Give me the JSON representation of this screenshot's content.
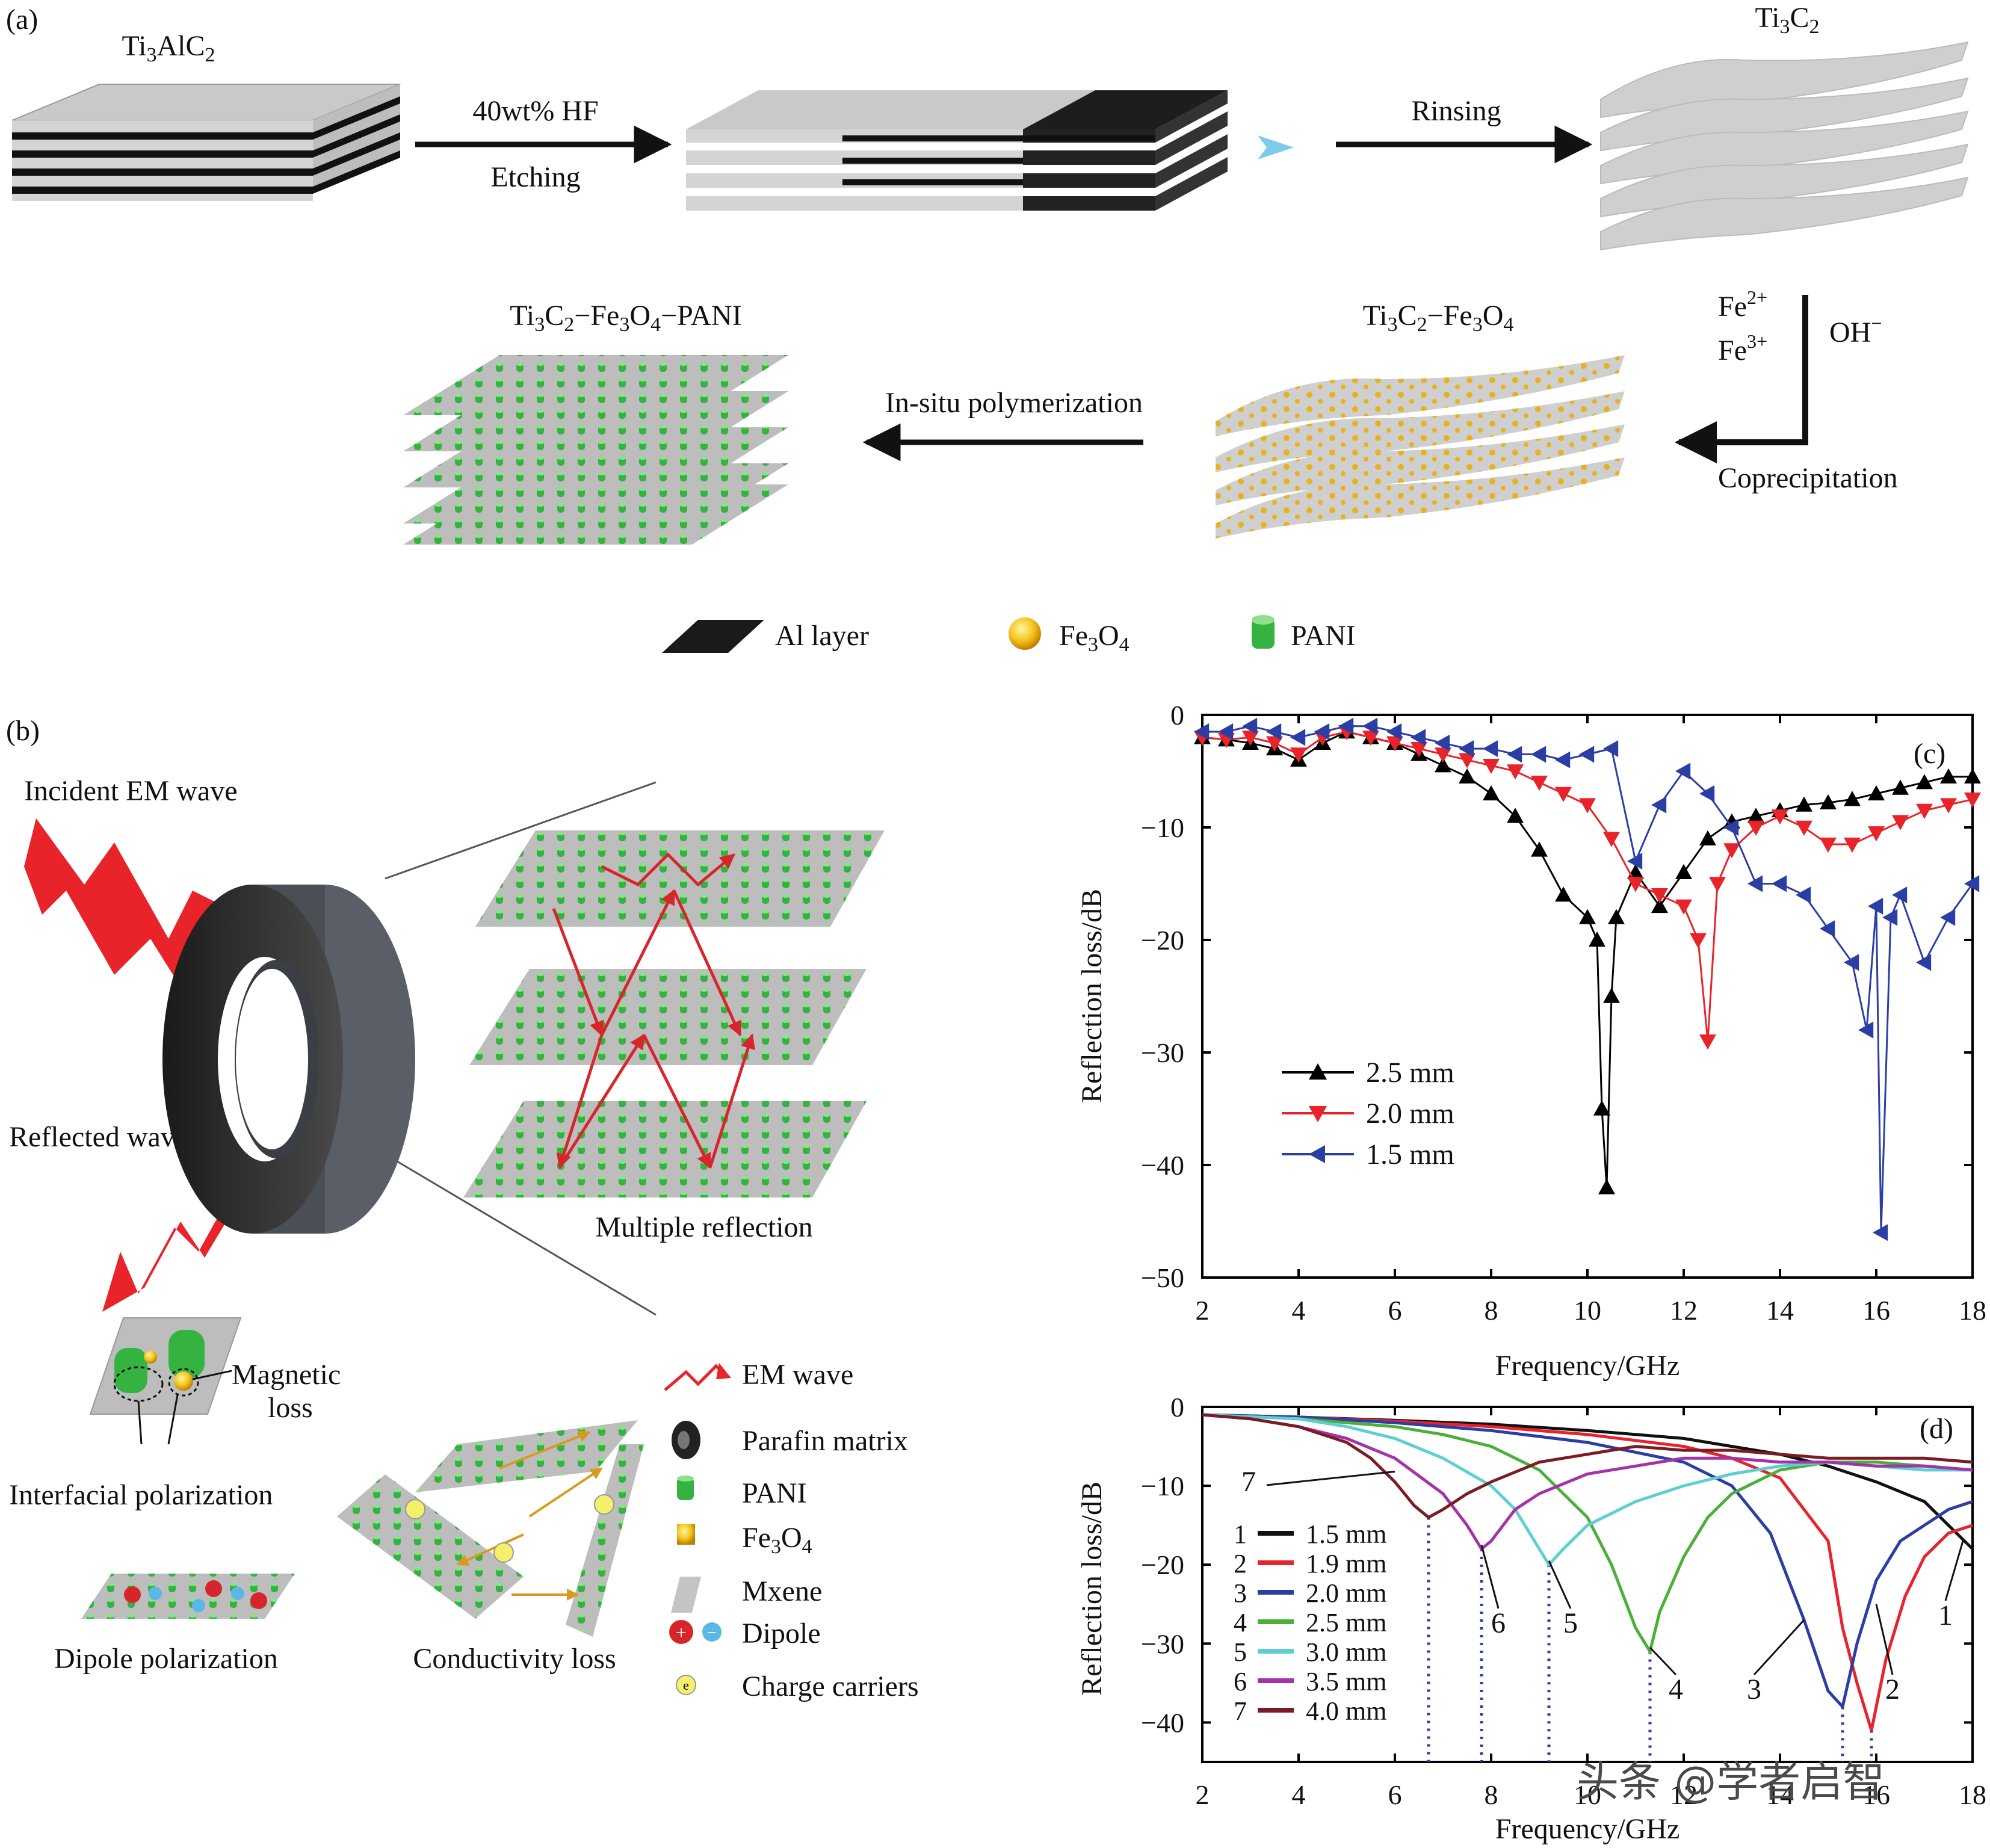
{
  "panel_a": {
    "label": "(a)",
    "ti3alc2": "Ti3AlC2",
    "ti3c2": "Ti3C2",
    "ti3c2_fe3o4": "Ti3C2–Fe3O4",
    "ti3c2_fe3o4_pani": "Ti3C2–Fe3O4–PANI",
    "hf_label": "40wt% HF",
    "etching_label": "Etching",
    "rinsing_label": "Rinsing",
    "fe2_label": "Fe2+",
    "fe3_label": "Fe3+",
    "oh_label": "OH−",
    "coprecipitation_label": "Coprecipitation",
    "polymerization_label": "In-situ polymerization",
    "legend_al": "Al layer",
    "legend_fe3o4": "Fe3O4",
    "legend_pani": "PANI"
  },
  "panel_b": {
    "label": "(b)",
    "incident": "Incident EM wave",
    "reflected": "Reflected wave",
    "multiple_reflection": "Multiple reflection",
    "magnetic_loss_1": "Magnetic",
    "magnetic_loss_2": "loss",
    "interfacial": "Interfacial polarization",
    "dipole_pol": "Dipole polarization",
    "conductivity": "Conductivity loss",
    "legend": [
      "EM wave",
      "Parafin matrix",
      "PANI",
      "Fe3O4",
      "Mxene",
      "Dipole",
      "Charge carriers"
    ]
  },
  "chart_data": [
    {
      "type": "line",
      "panel": "(c)",
      "xlabel": "Frequency/GHz",
      "ylabel": "Reflection loss/dB",
      "xlim": [
        2,
        18
      ],
      "ylim": [
        -50,
        0
      ],
      "xticks": [
        "2",
        "4",
        "6",
        "8",
        "10",
        "12",
        "14",
        "16",
        "18"
      ],
      "yticks": [
        "0",
        "−10",
        "−20",
        "−30",
        "−40",
        "−50"
      ],
      "legend_position": "lower-left",
      "series": [
        {
          "name": "2.5 mm",
          "color": "#000000",
          "marker": "triangle-up",
          "x": [
            2,
            2.5,
            3,
            3.5,
            4,
            4.5,
            5,
            5.5,
            6,
            6.5,
            7,
            7.5,
            8,
            8.5,
            9,
            9.5,
            10,
            10.2,
            10.3,
            10.4,
            10.5,
            10.6,
            11,
            11.5,
            12,
            12.5,
            13,
            13.5,
            14,
            14.5,
            15,
            15.5,
            16,
            16.5,
            17,
            17.5,
            18
          ],
          "y": [
            -2,
            -2.2,
            -2.5,
            -3,
            -4,
            -2.5,
            -1.5,
            -2,
            -2.5,
            -3.5,
            -4.5,
            -5.5,
            -7,
            -9,
            -12,
            -16,
            -18,
            -20,
            -35,
            -42,
            -25,
            -18,
            -14,
            -17,
            -14,
            -11,
            -9.5,
            -9,
            -8.5,
            -8,
            -7.8,
            -7.5,
            -7,
            -6.5,
            -6,
            -5.5,
            -5.5
          ]
        },
        {
          "name": "2.0 mm",
          "color": "#e8232a",
          "marker": "triangle-down",
          "x": [
            2,
            2.5,
            3,
            3.5,
            4,
            4.5,
            5,
            5.5,
            6,
            6.5,
            7,
            7.5,
            8,
            8.5,
            9,
            9.5,
            10,
            10.5,
            11,
            11.5,
            12,
            12.3,
            12.5,
            12.7,
            13,
            13.5,
            14,
            14.5,
            15,
            15.5,
            16,
            16.5,
            17,
            17.5,
            18
          ],
          "y": [
            -2,
            -2.2,
            -2,
            -2.5,
            -3.5,
            -2,
            -1.5,
            -2,
            -2.5,
            -3,
            -3.5,
            -4,
            -4.5,
            -5,
            -6,
            -7,
            -8,
            -11,
            -15,
            -16,
            -17,
            -20,
            -29,
            -15,
            -12,
            -10,
            -9,
            -10,
            -11.5,
            -11.5,
            -10.5,
            -9.5,
            -8.5,
            -8,
            -7.5
          ]
        },
        {
          "name": "1.5 mm",
          "color": "#2b3ea3",
          "marker": "triangle-left",
          "x": [
            2,
            2.5,
            3,
            3.5,
            4,
            4.5,
            5,
            5.5,
            6,
            6.5,
            7,
            7.5,
            8,
            8.5,
            9,
            9.5,
            10,
            10.5,
            11,
            11.5,
            12,
            12.5,
            13,
            13.5,
            14,
            14.5,
            15,
            15.5,
            15.8,
            16,
            16.1,
            16.3,
            16.5,
            17,
            17.5,
            18
          ],
          "y": [
            -1.5,
            -1.5,
            -1,
            -1.5,
            -2,
            -1.5,
            -1,
            -1,
            -1.5,
            -2,
            -2.5,
            -3,
            -3,
            -3.5,
            -3.5,
            -4,
            -3.5,
            -3,
            -13,
            -8,
            -5,
            -7,
            -10,
            -15,
            -15,
            -16,
            -19,
            -22,
            -28,
            -17,
            -46,
            -18,
            -16,
            -22,
            -18,
            -15
          ]
        }
      ]
    },
    {
      "type": "line",
      "panel": "(d)",
      "xlabel": "Frequency/GHz",
      "ylabel": "Reflection loss/dB",
      "xlim": [
        2,
        18
      ],
      "ylim": [
        -45,
        0
      ],
      "xticks": [
        "2",
        "4",
        "6",
        "8",
        "10",
        "12",
        "14",
        "16",
        "18"
      ],
      "yticks": [
        "0",
        "−10",
        "−20",
        "−30",
        "−40"
      ],
      "legend_position": "left",
      "series": [
        {
          "name": "1.5 mm",
          "label": "1",
          "color": "#111111",
          "x": [
            2,
            4,
            6,
            8,
            10,
            12,
            13,
            14,
            15,
            16,
            17,
            17.5,
            18
          ],
          "y": [
            -1,
            -1.3,
            -1.7,
            -2.2,
            -3,
            -4,
            -5,
            -6,
            -7.5,
            -9.5,
            -12,
            -15,
            -18
          ]
        },
        {
          "name": "1.9 mm",
          "label": "2",
          "color": "#e8232a",
          "x": [
            2,
            4,
            6,
            8,
            10,
            12,
            13,
            14,
            15,
            15.3,
            15.6,
            15.9,
            16.2,
            16.6,
            17,
            17.5,
            18
          ],
          "y": [
            -1,
            -1.3,
            -1.8,
            -2.5,
            -3.5,
            -5,
            -6.5,
            -9,
            -17,
            -28,
            -35,
            -41,
            -32,
            -24,
            -19,
            -16,
            -15
          ]
        },
        {
          "name": "2.0 mm",
          "label": "3",
          "color": "#2b3ea3",
          "x": [
            2,
            4,
            6,
            8,
            10,
            12,
            13,
            13.8,
            14.5,
            15,
            15.3,
            15.6,
            16,
            16.5,
            17,
            17.5,
            18
          ],
          "y": [
            -1,
            -1.3,
            -2,
            -3,
            -4.5,
            -7,
            -10,
            -16,
            -27,
            -36,
            -38,
            -30,
            -22,
            -17,
            -15,
            -13,
            -12
          ]
        },
        {
          "name": "2.5 mm",
          "label": "4",
          "color": "#4caf3a",
          "x": [
            2,
            4,
            6,
            7,
            8,
            9,
            10,
            10.5,
            11,
            11.3,
            11.5,
            12,
            12.5,
            13,
            14,
            15,
            16,
            17,
            18
          ],
          "y": [
            -1,
            -1.5,
            -2.5,
            -3.5,
            -5,
            -8,
            -14,
            -20,
            -28,
            -31,
            -26,
            -19,
            -14,
            -11,
            -8,
            -7,
            -7,
            -7.5,
            -8
          ]
        },
        {
          "name": "3.0 mm",
          "label": "5",
          "color": "#5ccfd1",
          "x": [
            2,
            4,
            5,
            6,
            7,
            8,
            8.5,
            9,
            9.2,
            9.5,
            10,
            11,
            12,
            13,
            14,
            15,
            16,
            17,
            18
          ],
          "y": [
            -1,
            -1.5,
            -2.5,
            -4,
            -6.5,
            -10,
            -13,
            -18,
            -20,
            -18,
            -15,
            -12,
            -10,
            -8.5,
            -7.5,
            -7,
            -7.5,
            -8,
            -8
          ]
        },
        {
          "name": "3.5 mm",
          "label": "6",
          "color": "#a233a8",
          "x": [
            2,
            3,
            4,
            5,
            6,
            7,
            7.5,
            7.8,
            8,
            8.5,
            9,
            10,
            11,
            12,
            13,
            14,
            15,
            16,
            17,
            18
          ],
          "y": [
            -1,
            -1.5,
            -2.5,
            -4,
            -6.5,
            -11,
            -15,
            -18,
            -17,
            -13,
            -11,
            -8.5,
            -7.5,
            -6.5,
            -6.5,
            -7,
            -7,
            -7.5,
            -7.5,
            -8
          ]
        },
        {
          "name": "4.0 mm",
          "label": "7",
          "color": "#7a1c24",
          "x": [
            2,
            3,
            4,
            5,
            5.5,
            6,
            6.4,
            6.7,
            7,
            7.5,
            8,
            9,
            10,
            11,
            12,
            13,
            14,
            15,
            16,
            17,
            18
          ],
          "y": [
            -1,
            -1.5,
            -2.5,
            -4.5,
            -6.5,
            -9.5,
            -12.5,
            -14,
            -13,
            -11,
            -9.5,
            -7,
            -6,
            -5,
            -5.5,
            -5.5,
            -6,
            -6.5,
            -6.5,
            -6.5,
            -7
          ]
        }
      ]
    }
  ],
  "watermark": "头条 @学者启智"
}
